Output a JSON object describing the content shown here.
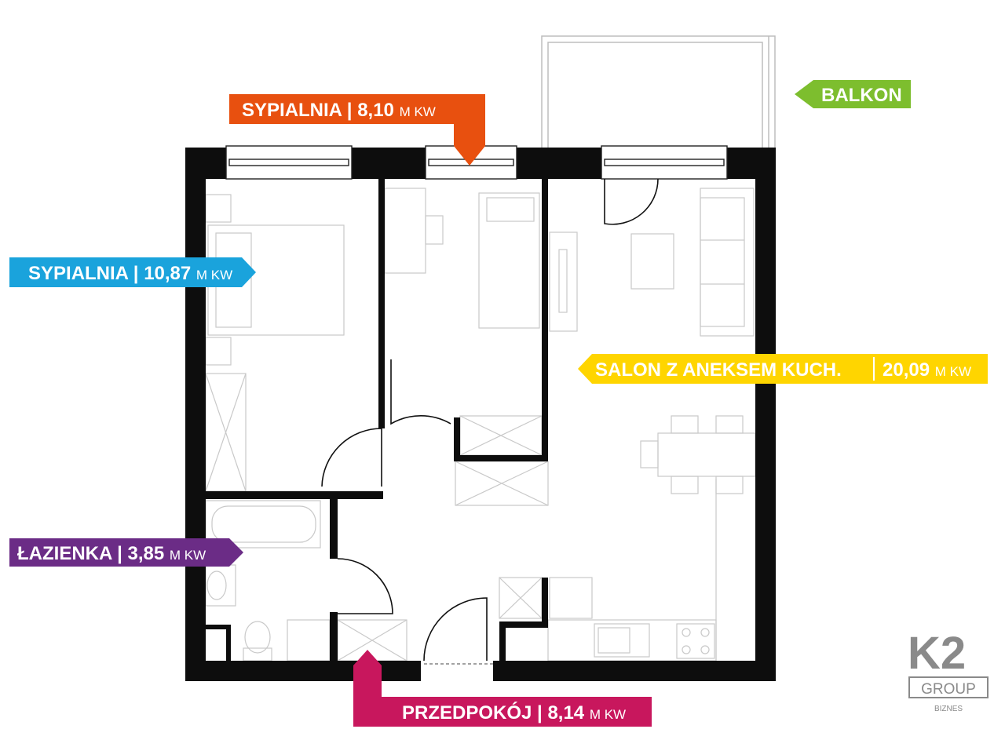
{
  "labels": {
    "bedroom_small": {
      "name": "SYPIALNIA",
      "area": "8,10",
      "unit": "M KW",
      "color": "#E8500F"
    },
    "balcony": {
      "name": "BALKON",
      "color": "#7DBE2E"
    },
    "bedroom_large": {
      "name": "SYPIALNIA",
      "area": "10,87",
      "unit": "M KW",
      "color": "#1AA3DC"
    },
    "living": {
      "name": "SALON  Z ANEKSEM KUCH.",
      "area": "20,09",
      "unit": "M KW",
      "color": "#FFD500"
    },
    "bathroom": {
      "name": "ŁAZIENKA",
      "area": "3,85",
      "unit": "M KW",
      "color": "#6B2C86"
    },
    "hallway": {
      "name": "PRZEDPOKÓJ",
      "area": "8,14",
      "unit": "M KW",
      "color": "#C8175D"
    }
  },
  "logo": {
    "mark": "K2",
    "group": "GROUP",
    "sub": "BIZNES"
  }
}
